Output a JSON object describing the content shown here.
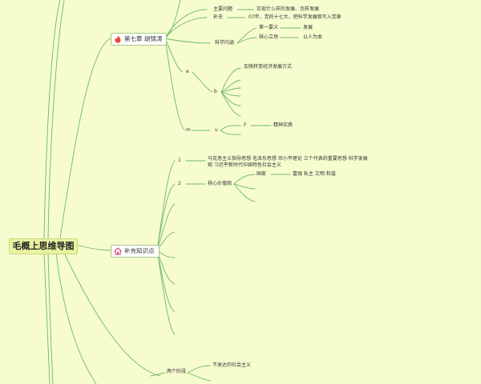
{
  "root": {
    "label": "毛概上思维导图"
  },
  "ch7": {
    "label": "第七章 胡锦涛",
    "main_problem": "主要问题",
    "main_problem_text": "实现什么样的发展、怎样发展",
    "supplement": "补充",
    "supplement_text": "07年，党的十七大，把科学发展观写入党章",
    "sci_content": "科学内涵",
    "first_priority": "第一要义",
    "first_priority_val": "发展",
    "core_stance": "核心立场",
    "core_stance_val": "以人为本",
    "n_e": "e",
    "n_b": "b",
    "accelerate": "加快转变经济发展方式",
    "n_m": "m",
    "n_u": "u",
    "n_F": "F",
    "spirit": "精神实质"
  },
  "extra": {
    "label": "补充知识点",
    "n1": "1",
    "item1": "马克思主义指导思想 毛泽东思想 邓小平理论 三个代表的重要思想 科学发展观 习近平新时代中国特色社会主义",
    "n2": "2",
    "core_values": "核心价值观",
    "country": "国家",
    "country_val": "富强 私主 文明 和谐"
  },
  "bottom": {
    "two_stages": "两个阶段",
    "undeveloped": "不发达的社会主义"
  },
  "colors": {
    "background": "#f7fccf",
    "line": "#6cb86a",
    "root_fill": "#e9f3a0",
    "node_border": "#a5c985"
  },
  "icons": {
    "ch7": "fire-icon",
    "extra": "home-icon"
  }
}
